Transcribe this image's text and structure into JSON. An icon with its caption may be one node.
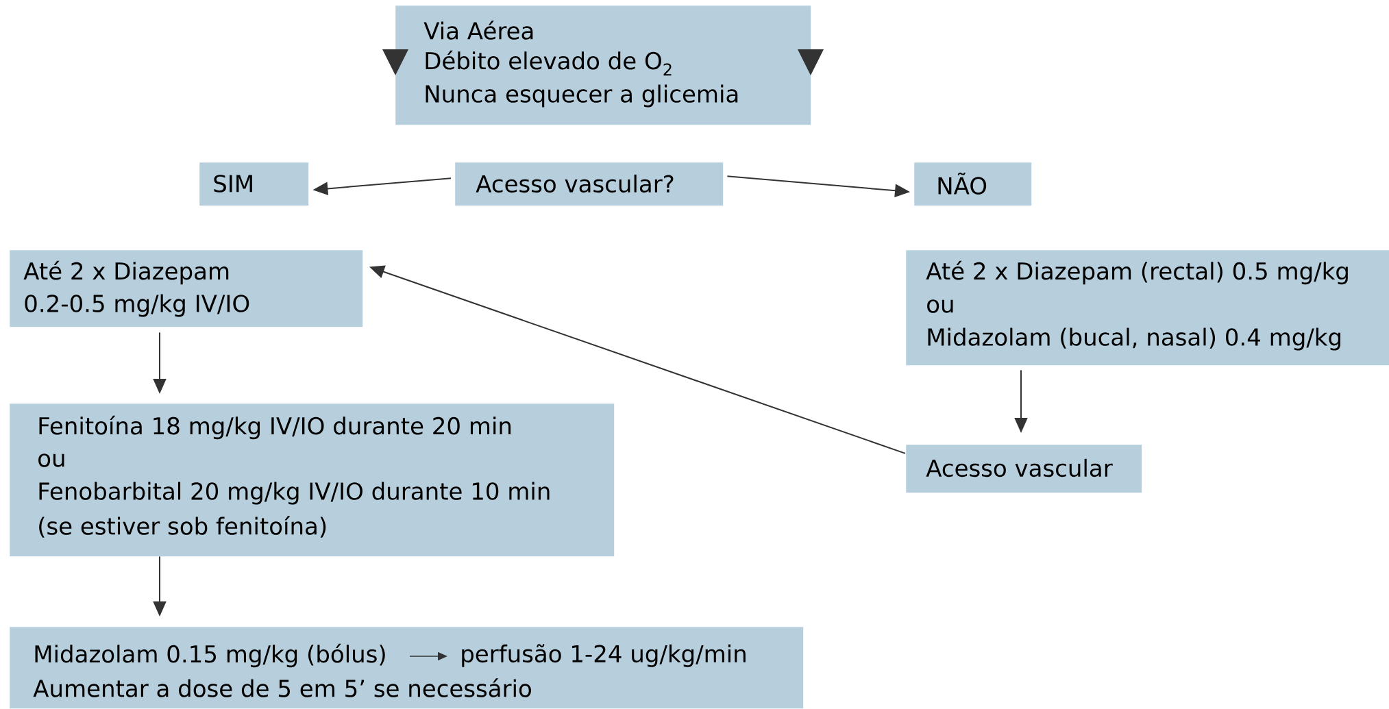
{
  "diagram": {
    "nodes": [
      {
        "text": [
          "Via Aérea",
          "Débito elevado de O$_{2}$",
          "Nunca esquecer a glicemia"
        ]
      },
      {
        "text": [
          "SIM"
        ]
      },
      {
        "text": [
          "Acesso vascular?"
        ]
      },
      {
        "text": [
          "NÃO"
        ]
      },
      {
        "text": [
          "Até 2 x Diazepam",
          "0.2-0.5 mg/kg IV/IO"
        ]
      },
      {
        "text": [
          "Fenitoína 18 mg/kg IV/IO durante 20 min",
          "ou",
          "Fenobarbital 20 mg/kg IV/IO durante 10 min",
          "(se estiver sob fenitoína)"
        ]
      },
      {
        "text": [
          "Até 2 x Diazepam (rectal) 0.5 mg/kg",
          "ou",
          "Midazolam (bucal, nasal) 0.4 mg/kg"
        ]
      },
      {
        "text": [
          "Acesso vascular"
        ]
      },
      {
        "text": [
          "Midazolam 0.15 mg/kg (bólus)",
          "perfusão 1-24 ug/kg/min",
          "Aumentar a dose de 5 em 5’ se necessário"
        ]
      }
    ],
    "edges": [
      {
        "from": 2,
        "to": 1,
        "arrow": "to"
      },
      {
        "from": 2,
        "to": 3,
        "arrow": "to"
      },
      {
        "from": 4,
        "to": 5,
        "arrow": "to"
      },
      {
        "from": 5,
        "to": 8,
        "arrow": "to"
      },
      {
        "from": 6,
        "to": 7,
        "arrow": "to"
      },
      {
        "from": 7,
        "to": 4,
        "arrow": "to"
      }
    ]
  }
}
